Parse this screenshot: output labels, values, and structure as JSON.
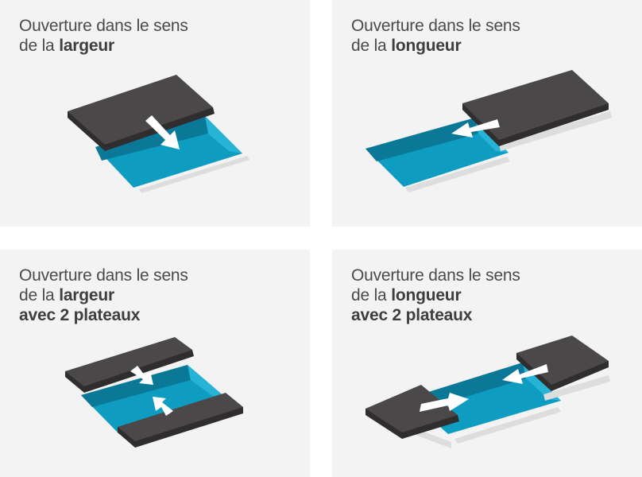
{
  "panels": [
    {
      "line1": "Ouverture dans le sens",
      "line2_prefix": "de la ",
      "line2_bold": "largeur",
      "line3_bold": ""
    },
    {
      "line1": "Ouverture dans le sens",
      "line2_prefix": "de la ",
      "line2_bold": "longueur",
      "line3_bold": ""
    },
    {
      "line1": "Ouverture dans le sens",
      "line2_prefix": "de la ",
      "line2_bold": "largeur",
      "line3_bold": "avec 2 plateaux"
    },
    {
      "line1": "Ouverture dans le sens",
      "line2_prefix": "de la ",
      "line2_bold": "longueur",
      "line3_bold": "avec 2 plateaux"
    }
  ],
  "colors": {
    "panel_bg": "#f3f3f3",
    "pool_water": "#0e9cc0",
    "pool_wall_dark": "#0a7896",
    "pool_wall_light": "#26b3d6",
    "cover_top": "#4a4848",
    "cover_edge": "#2f2d2d",
    "arrow": "#ffffff",
    "shadow": "#dcdcdc"
  }
}
